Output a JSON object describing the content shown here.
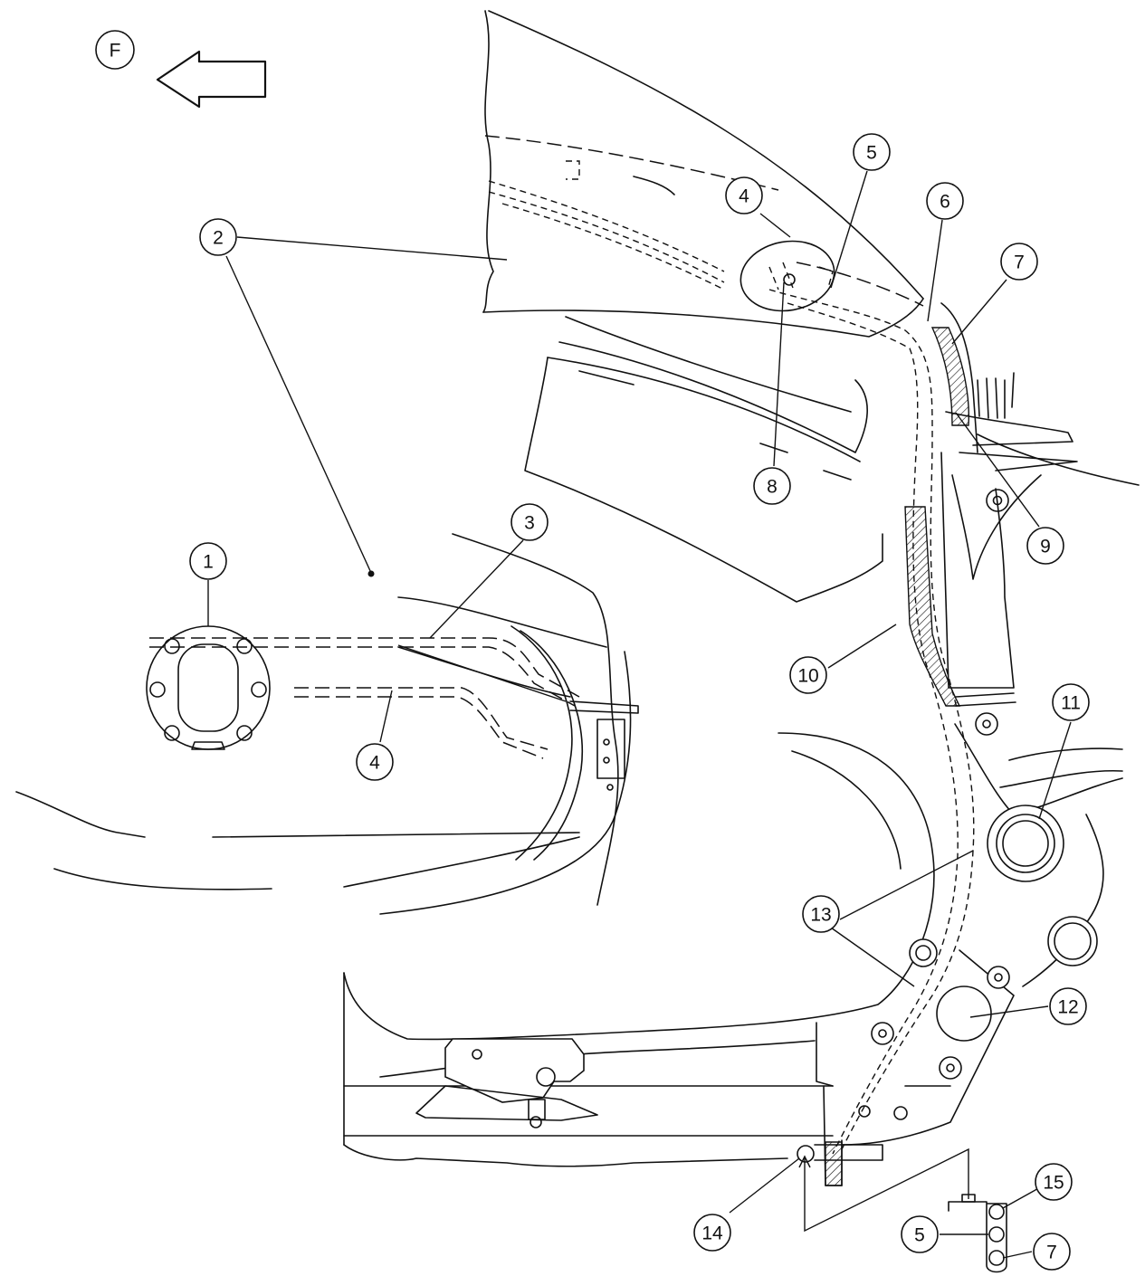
{
  "direction_indicator": {
    "letter": "F"
  },
  "callouts": [
    {
      "id": "c1",
      "label": "1"
    },
    {
      "id": "c2",
      "label": "2"
    },
    {
      "id": "c3",
      "label": "3"
    },
    {
      "id": "c4a",
      "label": "4"
    },
    {
      "id": "c4b",
      "label": "4"
    },
    {
      "id": "c5a",
      "label": "5"
    },
    {
      "id": "c5b",
      "label": "5"
    },
    {
      "id": "c6",
      "label": "6"
    },
    {
      "id": "c7a",
      "label": "7"
    },
    {
      "id": "c7b",
      "label": "7"
    },
    {
      "id": "c8",
      "label": "8"
    },
    {
      "id": "c9",
      "label": "9"
    },
    {
      "id": "c10",
      "label": "10"
    },
    {
      "id": "c11",
      "label": "11"
    },
    {
      "id": "c12",
      "label": "12"
    },
    {
      "id": "c13",
      "label": "13"
    },
    {
      "id": "c14",
      "label": "14"
    },
    {
      "id": "c15",
      "label": "15"
    }
  ]
}
